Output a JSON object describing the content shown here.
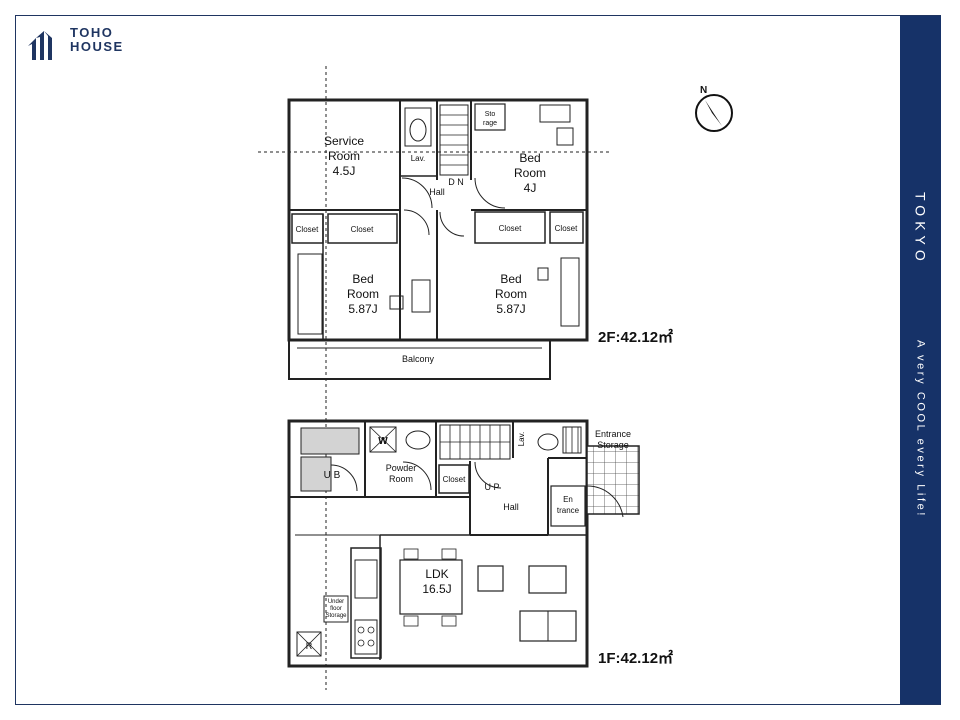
{
  "brand": {
    "line1": "TOHO",
    "line2": "HOUSE",
    "color": "#1f3561"
  },
  "sidebar": {
    "city": "TOKYO",
    "slogan": "A very COOL every Life!",
    "background": "#163268"
  },
  "compass": {
    "label": "N"
  },
  "floor2": {
    "area_label": "2F:42.12㎡",
    "rooms": {
      "service_line1": "Service",
      "service_line2": "Room",
      "service_size": "4.5J",
      "bed_a_line1": "Bed",
      "bed_a_line2": "Room",
      "bed_a_size": "4J",
      "bed_b_line1": "Bed",
      "bed_b_line2": "Room",
      "bed_b_size": "5.87J",
      "bed_c_line1": "Bed",
      "bed_c_line2": "Room",
      "bed_c_size": "5.87J",
      "hall": "Hall",
      "dn": "D N",
      "lav": "Lav.",
      "storage_line1": "Sto",
      "storage_line2": "rage",
      "closet_a": "Closet",
      "closet_b": "Closet",
      "closet_c": "Closet",
      "closet_d": "Closet",
      "balcony": "Balcony"
    }
  },
  "floor1": {
    "area_label": "1F:42.12㎡",
    "rooms": {
      "ub": "U B",
      "w": "W",
      "powder_line1": "Powder",
      "powder_line2": "Room",
      "closet": "Closet",
      "up": "U P",
      "hall": "Hall",
      "lav": "Lav.",
      "entrance_storage_line1": "Entrance",
      "entrance_storage_line2": "Storage",
      "entrance_line1": "En",
      "entrance_line2": "trance",
      "ldk": "LDK",
      "ldk_size": "16.5J",
      "under_floor_line1": "Under",
      "under_floor_line2": "floor",
      "under_floor_line3": "Storage",
      "refrigerator": "R"
    }
  }
}
